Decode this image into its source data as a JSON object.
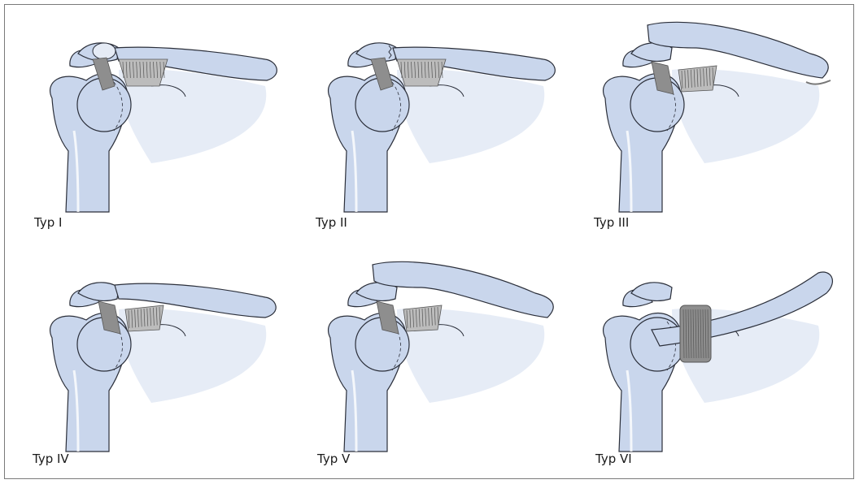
{
  "figure": {
    "panels": [
      {
        "label": "Typ I",
        "variant": "I"
      },
      {
        "label": "Typ II",
        "variant": "II"
      },
      {
        "label": "Typ III",
        "variant": "III"
      },
      {
        "label": "Typ IV",
        "variant": "IV"
      },
      {
        "label": "Typ V",
        "variant": "V"
      },
      {
        "label": "Typ VI",
        "variant": "VI"
      }
    ]
  },
  "colors": {
    "bone_fill": "#c9d6ec",
    "bone_stroke": "#2b2f3a",
    "ligament": "#8e8e8e",
    "ligament_dark": "#555555",
    "shadow": "#e6ecf6"
  }
}
